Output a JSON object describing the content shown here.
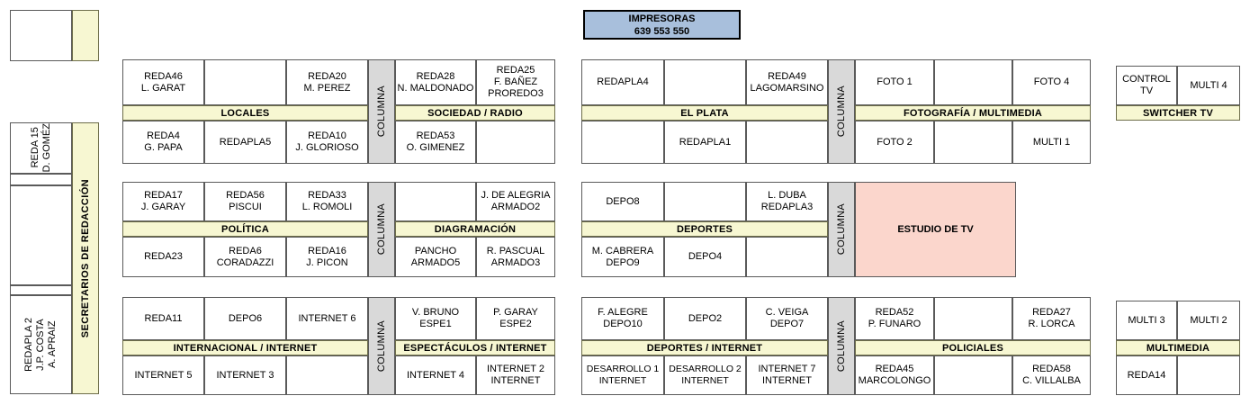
{
  "printers": {
    "title": "IMPRESORAS",
    "codes": "639  553  550"
  },
  "sidebar": {
    "band_label": "SECRETARIOS DE REDACCIÓN",
    "top_box": "",
    "cells": [
      {
        "name": "sidebar-cell-reda15",
        "text": "REDA 15\nD. GOMÉZ"
      },
      {
        "name": "sidebar-cell-empty-1",
        "text": ""
      },
      {
        "name": "sidebar-cell-empty-2",
        "text": ""
      },
      {
        "name": "sidebar-cell-redapla2",
        "text": "REDAPLA 2\nJ.P. COSTA\nA. APRAIZ"
      }
    ]
  },
  "columna_label": "COLUMNA",
  "sections": {
    "locales": {
      "label": "LOCALES",
      "top": [
        "REDA46\nL. GARAT",
        "",
        "REDA20\nM. PEREZ"
      ],
      "bottom": [
        "REDA4\nG. PAPA",
        "REDAPLA5",
        "REDA10\nJ. GLORIOSO"
      ]
    },
    "sociedad_radio": {
      "label": "SOCIEDAD / RADIO",
      "top": [
        "REDA28\nN. MALDONADO",
        "REDA25\nF. BAÑEZ\nPROREDO3"
      ],
      "bottom": [
        "REDA53\nO. GIMENEZ",
        ""
      ]
    },
    "el_plata": {
      "label": "EL PLATA",
      "top": [
        "REDAPLA4",
        "",
        "REDA49\nLAGOMARSINO"
      ],
      "bottom": [
        "",
        "REDAPLA1",
        ""
      ]
    },
    "fotografia_multimedia": {
      "label": "FOTOGRAFÍA / MULTIMEDIA",
      "top": [
        "FOTO 1",
        "",
        "FOTO 4"
      ],
      "bottom": [
        "FOTO 2",
        "",
        "MULTI 1"
      ]
    },
    "switcher_tv": {
      "label": "SWITCHER TV",
      "top": [
        "CONTROL TV",
        "MULTI 4"
      ]
    },
    "politica": {
      "label": "POLÍTICA",
      "top": [
        "REDA17\nJ. GARAY",
        "REDA56\nPISCUI",
        "REDA33\nL. ROMOLI"
      ],
      "bottom": [
        "REDA23",
        "REDA6\nCORADAZZI",
        "REDA16\nJ. PICON"
      ]
    },
    "diagramacion": {
      "label": "DIAGRAMACIÓN",
      "top": [
        "",
        "J. DE ALEGRIA\nARMADO2"
      ],
      "bottom": [
        "PANCHO\nARMADO5",
        "R. PASCUAL\nARMADO3"
      ]
    },
    "deportes": {
      "label": "DEPORTES",
      "top": [
        "DEPO8",
        "",
        "L. DUBA\nREDAPLA3"
      ],
      "bottom": [
        "M. CABRERA\nDEPO9",
        "DEPO4",
        ""
      ]
    },
    "estudio_tv": {
      "label": "ESTUDIO DE TV"
    },
    "internacional_internet": {
      "label": "INTERNACIONAL / INTERNET",
      "top": [
        "REDA11",
        "DEPO6",
        "INTERNET 6"
      ],
      "bottom": [
        "INTERNET 5",
        "INTERNET 3",
        ""
      ]
    },
    "espectaculos_internet": {
      "label": "ESPECTÁCULOS / INTERNET",
      "top": [
        "V. BRUNO\nESPE1",
        "P. GARAY\nESPE2"
      ],
      "bottom": [
        "INTERNET 4",
        "INTERNET 2\nINTERNET"
      ]
    },
    "deportes_internet": {
      "label": "DEPORTES / INTERNET",
      "top": [
        "F. ALEGRE\nDEPO10",
        "DEPO2",
        "C. VEIGA\nDEPO7"
      ],
      "bottom": [
        "DESARROLLO 1\nINTERNET",
        "DESARROLLO 2\nINTERNET",
        "INTERNET 7\nINTERNET"
      ]
    },
    "policiales": {
      "label": "POLICIALES",
      "top": [
        "REDA52\nP. FUNARO",
        "",
        "REDA27\nR. LORCA"
      ],
      "bottom": [
        "REDA45\nMARCOLONGO",
        "",
        "REDA58\nC. VILLALBA"
      ]
    },
    "multimedia": {
      "label": "MULTIMEDIA",
      "top": [
        "MULTI 3",
        "MULTI 2"
      ],
      "bottom": [
        "REDA14",
        ""
      ]
    }
  },
  "colors": {
    "label_band": "#f7f7d2",
    "columna": "#d9d9d9",
    "printers": "#a8bfdc",
    "studio": "#fbd6cc",
    "cell_border": "#5a5a5a"
  }
}
